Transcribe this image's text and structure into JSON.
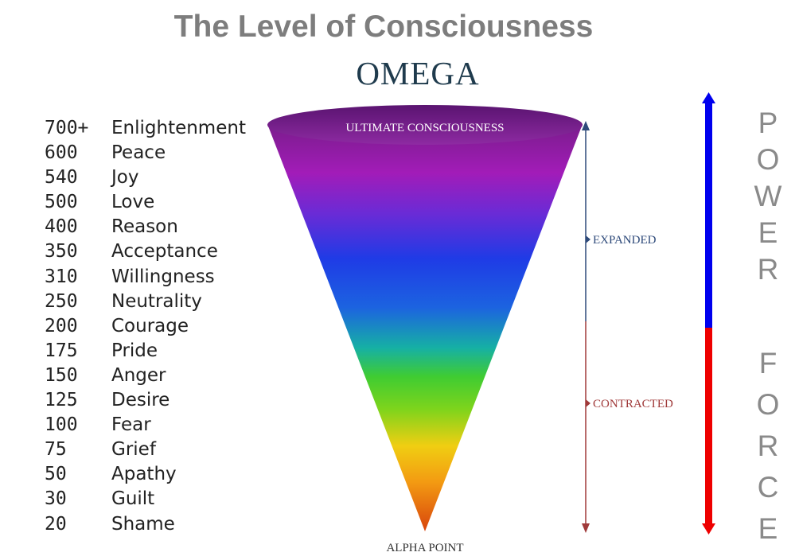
{
  "title": "The Level of Consciousness",
  "omega_label": "OMEGA",
  "levels": [
    {
      "value": "700+",
      "label": "Enlightenment"
    },
    {
      "value": "600",
      "label": "Peace"
    },
    {
      "value": "540",
      "label": "Joy"
    },
    {
      "value": "500",
      "label": "Love"
    },
    {
      "value": "400",
      "label": "Reason"
    },
    {
      "value": "350",
      "label": "Acceptance"
    },
    {
      "value": "310",
      "label": "Willingness"
    },
    {
      "value": "250",
      "label": "Neutrality"
    },
    {
      "value": "200",
      "label": "Courage"
    },
    {
      "value": "175",
      "label": "Pride"
    },
    {
      "value": "150",
      "label": "Anger"
    },
    {
      "value": "125",
      "label": "Desire"
    },
    {
      "value": "100",
      "label": "Fear"
    },
    {
      "value": "75",
      "label": "Grief"
    },
    {
      "value": "50",
      "label": "Apathy"
    },
    {
      "value": "30",
      "label": "Guilt"
    },
    {
      "value": "20",
      "label": "Shame"
    }
  ],
  "cone": {
    "top_label": "ULTIMATE CONSCIOUSNESS",
    "bottom_label": "ALPHA POINT"
  },
  "scale": {
    "expanded_label": "EXPANDED",
    "contracted_label": "CONTRACTED"
  },
  "power": {
    "word": "POWER",
    "color": "#0000ee"
  },
  "force": {
    "word": "FORCE",
    "color": "#ee0000"
  },
  "colors": {
    "title": "#7d7d7d",
    "omega": "#1f3b4d",
    "expanded": "#2e4a7a",
    "contracted": "#a03a3a"
  }
}
